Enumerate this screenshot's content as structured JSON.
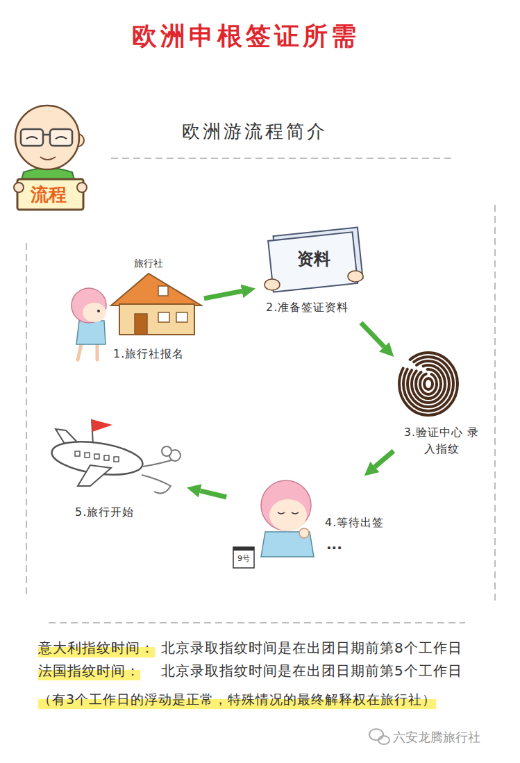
{
  "diagram": {
    "title": "欧洲申根签证所需",
    "nodes": [
      {
        "text": [
          "1.旅行社报名"
        ]
      },
      {
        "text": [
          "2.准备签证资料"
        ]
      },
      {
        "text": [
          "3.验证中心 录入指纹"
        ]
      },
      {
        "text": [
          "4.等待出签"
        ]
      },
      {
        "text": [
          "5.旅行开始"
        ]
      }
    ],
    "edges": [
      {
        "from": 0,
        "to": 1,
        "arrow": "to"
      },
      {
        "from": 1,
        "to": 2,
        "arrow": "to"
      },
      {
        "from": 2,
        "to": 3,
        "arrow": "to"
      },
      {
        "from": 3,
        "to": 4,
        "arrow": "to"
      }
    ],
    "labels": [
      "流程",
      "欧洲游流程简介",
      "旅行社",
      "资料",
      "9号",
      "...",
      "意大利指纹时间：",
      "北京录取指纹时间是在出团日期前第8个工作日",
      "法国指纹时间：",
      "北京录取指纹时间是在出团日期前第5个工作日",
      "（有3个工作日的浮动是正常，特殊情况的最终解释权在旅行社）",
      "六安龙腾旅行社"
    ]
  }
}
